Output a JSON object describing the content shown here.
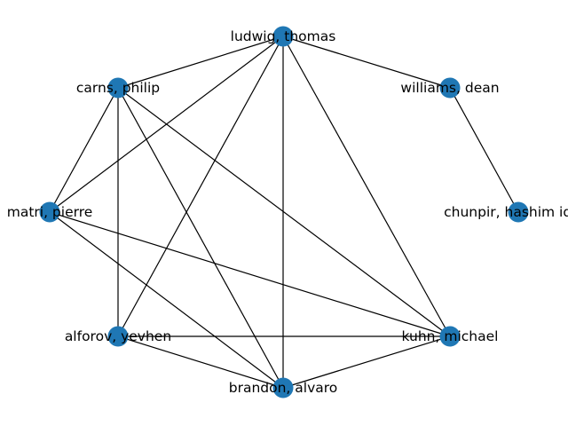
{
  "colors": {
    "node": "#1f77b4",
    "edge": "#000000",
    "background": "#ffffff"
  },
  "nodes": [
    {
      "id": "ludwig",
      "label": "ludwig, thomas"
    },
    {
      "id": "williams",
      "label": "williams, dean"
    },
    {
      "id": "chunpir",
      "label": "chunpir, hashim iqbal"
    },
    {
      "id": "kuhn",
      "label": "kuhn, michael"
    },
    {
      "id": "brandon",
      "label": "brandon, alvaro"
    },
    {
      "id": "alforov",
      "label": "alforov, yevhen"
    },
    {
      "id": "matri",
      "label": "matri, pierre"
    },
    {
      "id": "carns",
      "label": "carns, philip"
    }
  ],
  "edges": [
    [
      "ludwig",
      "carns"
    ],
    [
      "ludwig",
      "williams"
    ],
    [
      "ludwig",
      "matri"
    ],
    [
      "ludwig",
      "alforov"
    ],
    [
      "ludwig",
      "brandon"
    ],
    [
      "ludwig",
      "kuhn"
    ],
    [
      "williams",
      "chunpir"
    ],
    [
      "carns",
      "matri"
    ],
    [
      "carns",
      "alforov"
    ],
    [
      "carns",
      "brandon"
    ],
    [
      "carns",
      "kuhn"
    ],
    [
      "matri",
      "kuhn"
    ],
    [
      "matri",
      "brandon"
    ],
    [
      "alforov",
      "kuhn"
    ],
    [
      "alforov",
      "brandon"
    ],
    [
      "kuhn",
      "brandon"
    ]
  ]
}
